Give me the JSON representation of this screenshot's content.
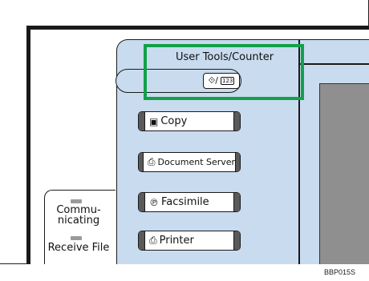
{
  "user_tools": {
    "label": "User Tools/Counter",
    "key_symbol": "⟐/",
    "key_number": "123"
  },
  "function_keys": [
    {
      "icon": "▣",
      "label": "Copy"
    },
    {
      "icon": "⎙",
      "label": "Document Server"
    },
    {
      "icon": "℗",
      "label": "Facsimile"
    },
    {
      "icon": "⎙",
      "label": "Printer"
    }
  ],
  "indicators": {
    "communicating": "Commu-\nnicating",
    "receive_file": "Receive File"
  },
  "figure_code": "BBP015S",
  "colors": {
    "panel": "#c9dbee",
    "highlight": "#12a04a",
    "display": "#8f8f8f"
  }
}
